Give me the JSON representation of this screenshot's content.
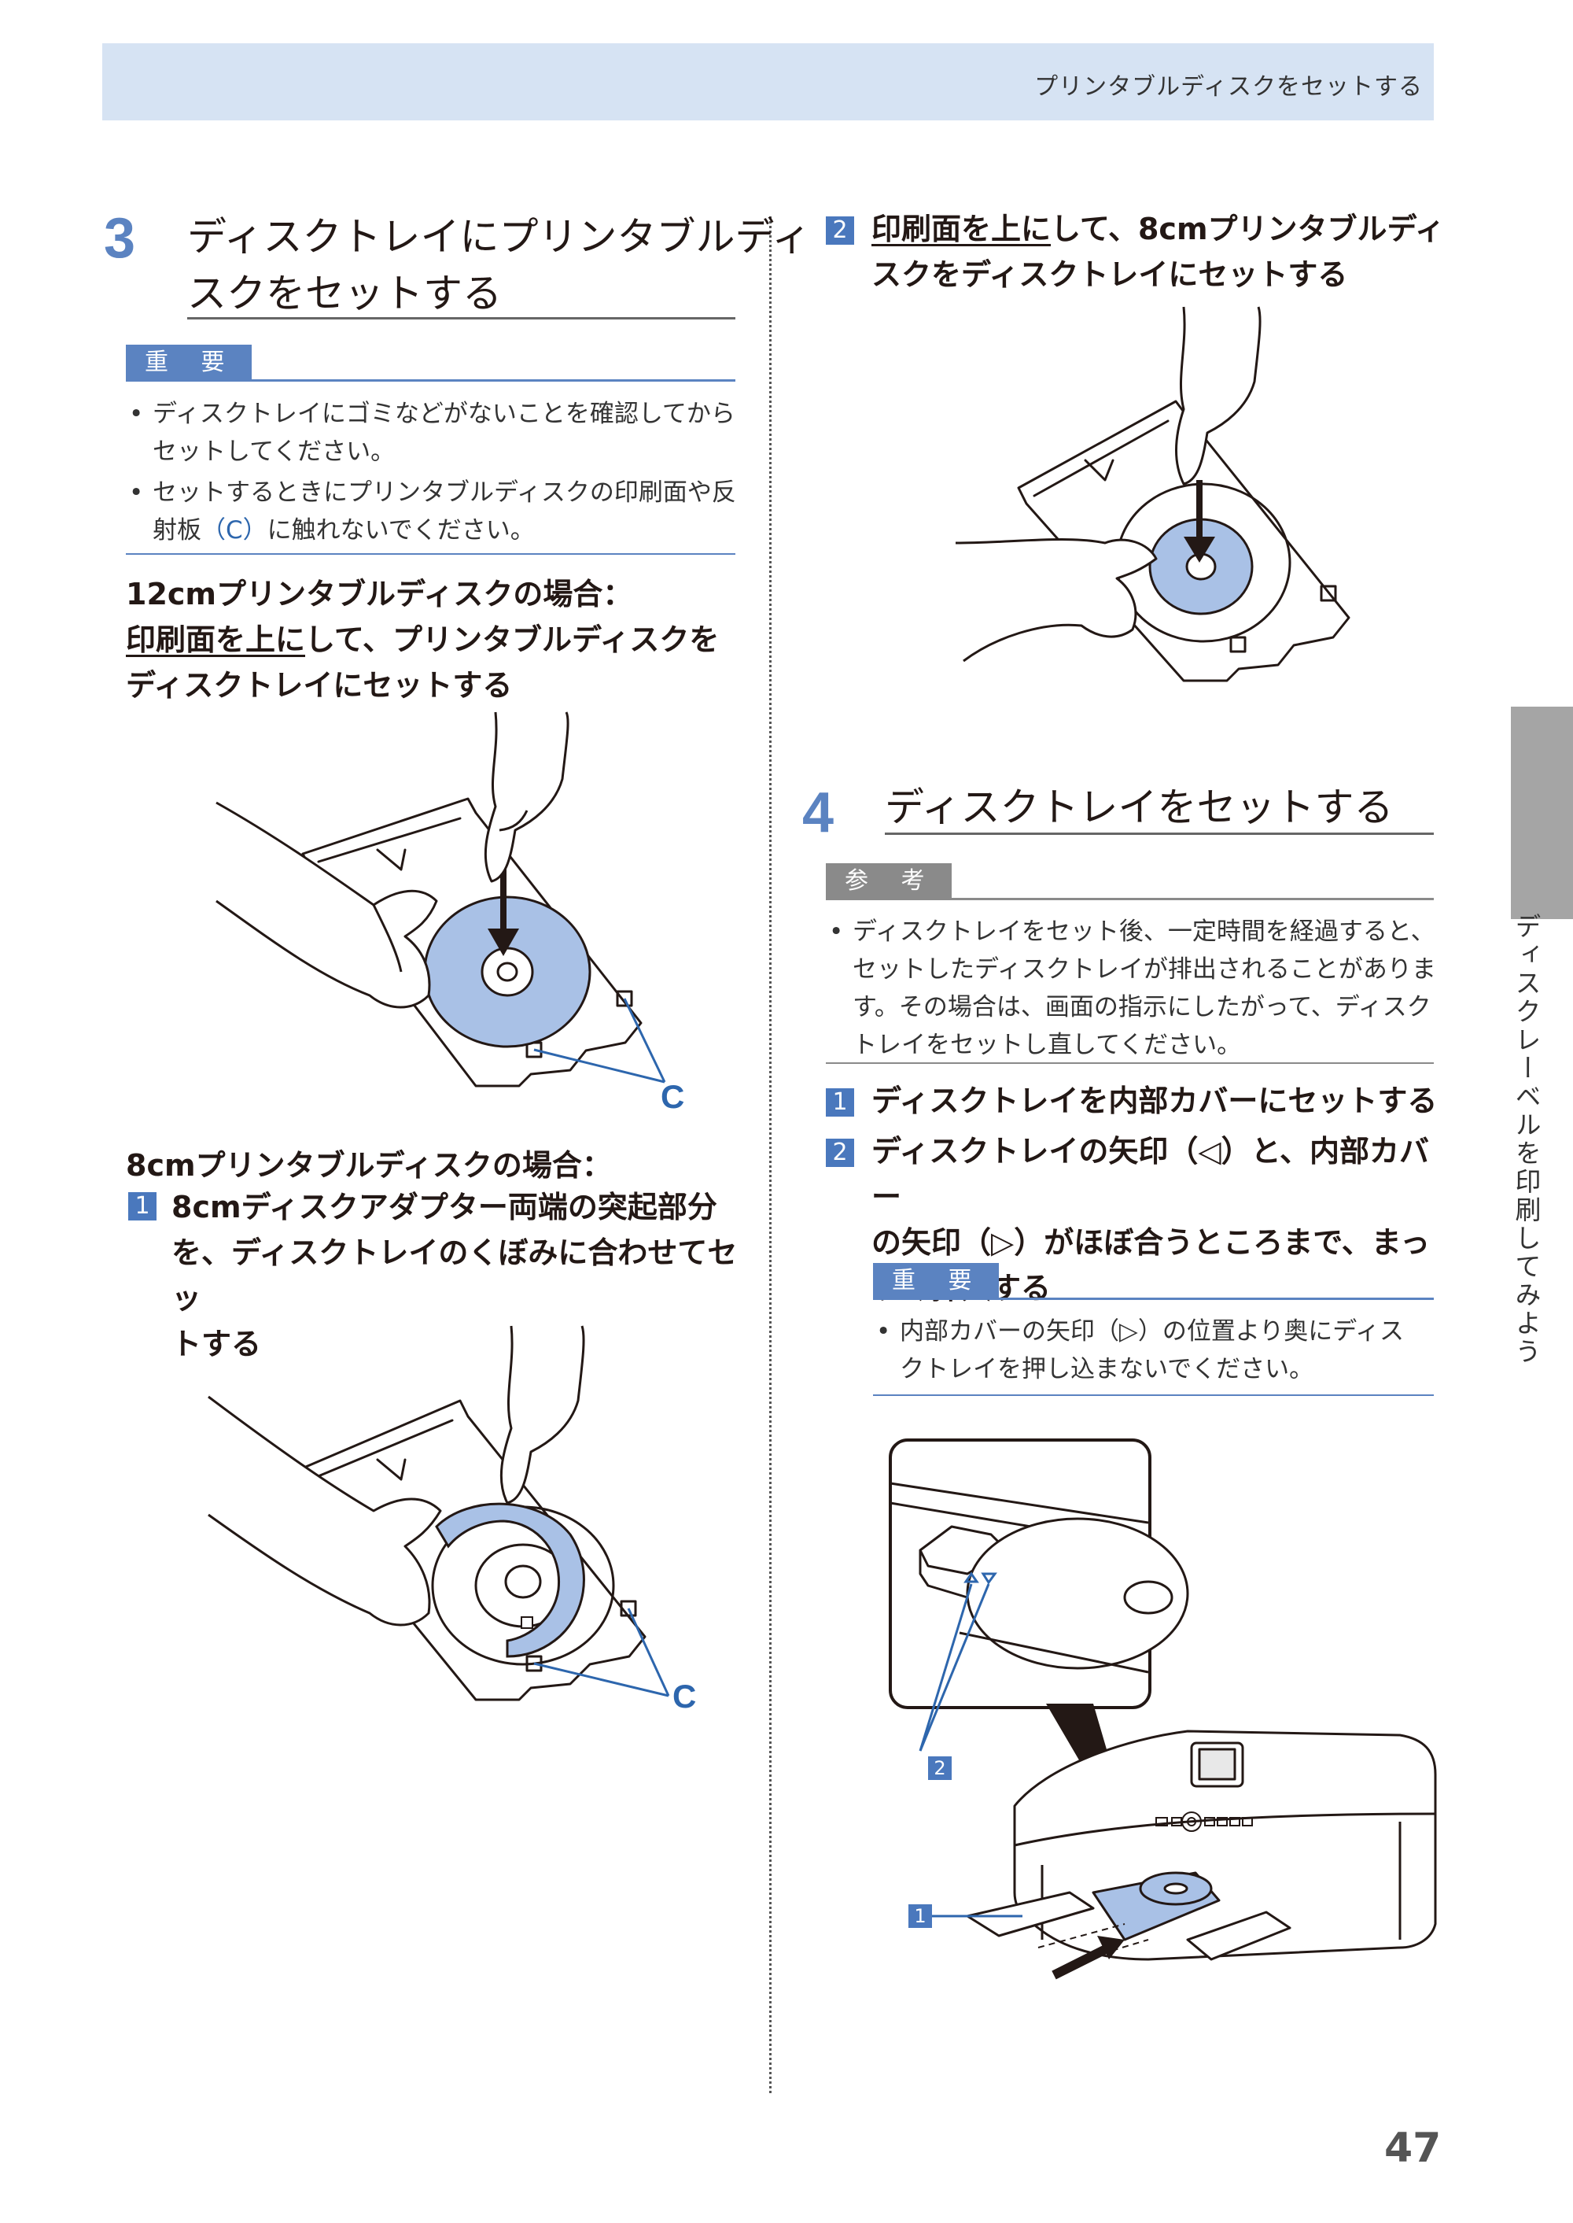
{
  "header": {
    "title": "プリンタブルディスクをセットする"
  },
  "side_tab": {
    "label": "ディスクレーベルを印刷してみよう"
  },
  "page_number": "47",
  "step3": {
    "number": "3",
    "title_line1": "ディスクトレイにプリンタブルディ",
    "title_line2": "スクをセットする",
    "important_label": "重 要",
    "notes": {
      "n1_line1": "ディスクトレイにゴミなどがないことを確認してから",
      "n1_line2": "セットしてください。",
      "n2_line1": "セットするときにプリンタブルディスクの印刷面や反",
      "n2_line2_a": "射板",
      "n2_line2_hl": "（C）",
      "n2_line2_b": "に触れないでください。"
    },
    "case12": {
      "heading": "12cmプリンタブルディスクの場合：",
      "line1_u": "印刷面を上に",
      "line1_rest": "して、プリンタブルディスクを",
      "line2": "ディスクトレイにセットする",
      "callout": "C"
    },
    "case8": {
      "heading": "8cmプリンタブルディスクの場合：",
      "sub1_num": "1",
      "sub1_line1": "8cmディスクアダプター両端の突起部分",
      "sub1_line2": "を、ディスクトレイのくぼみに合わせてセッ",
      "sub1_line3": "トする",
      "callout": "C",
      "sub2_num": "2",
      "sub2_line1_u": "印刷面を上に",
      "sub2_line1_rest": "して、8cmプリンタブルディ",
      "sub2_line2": "スクをディスクトレイにセットする"
    }
  },
  "step4": {
    "number": "4",
    "title": "ディスクトレイをセットする",
    "reference_label": "参 考",
    "ref_line1": "ディスクトレイをセット後、一定時間を経過すると、",
    "ref_line2": "セットしたディスクトレイが排出されることがありま",
    "ref_line3": "す。その場合は、画面の指示にしたがって、ディスク",
    "ref_line4": "トレイをセットし直してください。",
    "sub1_num": "1",
    "sub1_text": "ディスクトレイを内部カバーにセットする",
    "sub2_num": "2",
    "sub2_line1": "ディスクトレイの矢印（◁）と、内部カバー",
    "sub2_line2": "の矢印（▷）がほぼ合うところまで、まっ",
    "sub2_line3": "すぐ挿入する",
    "important_label": "重 要",
    "imp_line1": "内部カバーの矢印（▷）の位置より奥にディス",
    "imp_line2": "クトレイを押し込まないでください。",
    "callout1": "1",
    "callout2": "2"
  },
  "colors": {
    "accent": "#5b83c1",
    "disc": "#a9c1e6",
    "header_band": "#d6e3f3",
    "side_tab": "#a5a5a5"
  }
}
